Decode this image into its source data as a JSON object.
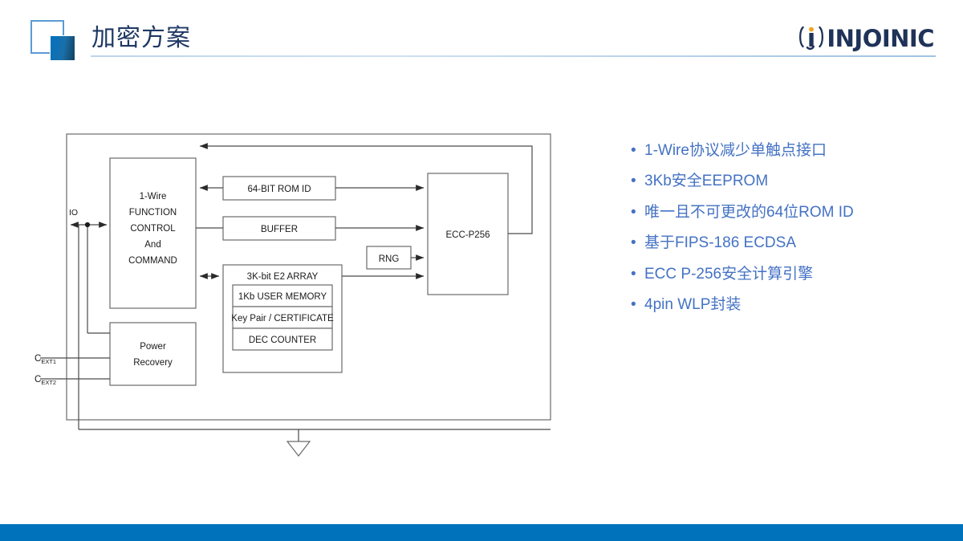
{
  "header": {
    "title": "加密方案",
    "brand": "INJOINIC",
    "brand_mark_icon": "injoinic-j-mark-icon",
    "title_color": "#1F3864",
    "brand_color": "#1F3258",
    "rule_color": "#BCD5EC",
    "square_outline_color": "#5B9BD5",
    "square_fill_color": "#0272C0"
  },
  "footer": {
    "bar_color": "#0072BC"
  },
  "diagram": {
    "name": "1-wire-secure-authenticator-block-diagram",
    "pins": {
      "io": "IO",
      "cext1_base": "C",
      "cext1_sub": "EXT1",
      "cext2_base": "C",
      "cext2_sub": "EXT2"
    },
    "blocks": {
      "control": [
        "1-Wire",
        "FUNCTION",
        "CONTROL",
        "And",
        "COMMAND"
      ],
      "rom_id": "64-BIT ROM ID",
      "buffer": "BUFFER",
      "rng": "RNG",
      "ecc": "ECC-P256",
      "e2_array": "3K-bit E2 ARRAY",
      "user_memory": "1Kb USER MEMORY",
      "key_pair": "Key Pair / CERTIFICATE",
      "dec_counter": "DEC COUNTER",
      "power": [
        "Power",
        "Recovery"
      ]
    },
    "ground_symbol": "ground-icon",
    "line_color": "#6a6a6a",
    "text_color": "#1A1A1A"
  },
  "features": {
    "bullet_glyph": "•",
    "text_color": "#4472C4",
    "items": [
      "1-Wire协议减少单触点接口",
      "3Kb安全EEPROM",
      "唯一且不可更改的64位ROM ID",
      "基于FIPS-186 ECDSA",
      "ECC P-256安全计算引擎",
      "4pin WLP封装"
    ]
  }
}
